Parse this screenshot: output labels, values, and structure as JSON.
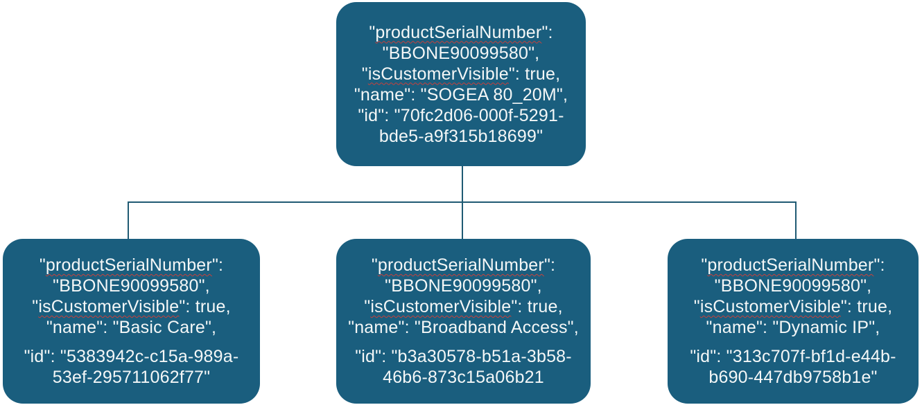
{
  "diagram": {
    "type": "tree",
    "colors": {
      "node_fill": "#1a5e7e",
      "connector": "#1f5a73",
      "text": "#f4f7f7",
      "spellcheck_squiggle": "#c9403b"
    },
    "nodes": [
      {
        "key": "root",
        "role": "parent",
        "lines": [
          {
            "segments": [
              {
                "text": "\""
              },
              {
                "text": "productSerialNumber",
                "spellcheck_underline": true
              },
              {
                "text": "\":"
              }
            ]
          },
          {
            "segments": [
              {
                "text": "\"BBONE90099580\","
              }
            ]
          },
          {
            "segments": [
              {
                "text": "\""
              },
              {
                "text": "isCustomerVisible",
                "spellcheck_underline": true
              },
              {
                "text": "\": true,"
              }
            ]
          },
          {
            "segments": [
              {
                "text": "\"name\": \"SOGEA 80_20M\","
              }
            ]
          },
          {
            "segments": [
              {
                "text": "\"id\": \"70fc2d06-000f-5291-"
              }
            ]
          },
          {
            "segments": [
              {
                "text": "bde5-a9f315b18699\""
              }
            ]
          }
        ]
      },
      {
        "key": "child_left",
        "role": "child",
        "lines": [
          {
            "segments": [
              {
                "text": "\""
              },
              {
                "text": "productSerialNumber",
                "spellcheck_underline": true
              },
              {
                "text": "\":"
              }
            ]
          },
          {
            "segments": [
              {
                "text": "\"BBONE90099580\","
              }
            ]
          },
          {
            "segments": [
              {
                "text": "\""
              },
              {
                "text": "isCustomerVisible",
                "spellcheck_underline": true
              },
              {
                "text": "\": true,"
              }
            ]
          },
          {
            "segments": [
              {
                "text": "\"name\": \"Basic Care\","
              }
            ]
          },
          {
            "gap_before": true,
            "segments": [
              {
                "text": "\"id\": \"5383942c-c15a-989a-"
              }
            ]
          },
          {
            "segments": [
              {
                "text": "53ef-295711062f77\""
              }
            ]
          }
        ]
      },
      {
        "key": "child_middle",
        "role": "child",
        "lines": [
          {
            "segments": [
              {
                "text": "\""
              },
              {
                "text": "productSerialNumber",
                "spellcheck_underline": true
              },
              {
                "text": "\":"
              }
            ]
          },
          {
            "segments": [
              {
                "text": "\"BBONE90099580\","
              }
            ]
          },
          {
            "segments": [
              {
                "text": "\""
              },
              {
                "text": "isCustomerVisible",
                "spellcheck_underline": true
              },
              {
                "text": "\": true,"
              }
            ]
          },
          {
            "segments": [
              {
                "text": "\"name\": \"Broadband Access\","
              }
            ]
          },
          {
            "gap_before": true,
            "segments": [
              {
                "text": "\"id\": \"b3a30578-b51a-3b58-"
              }
            ]
          },
          {
            "segments": [
              {
                "text": "46b6-873c15a06b21"
              }
            ]
          }
        ]
      },
      {
        "key": "child_right",
        "role": "child",
        "lines": [
          {
            "segments": [
              {
                "text": "\""
              },
              {
                "text": "productSerialNumber",
                "spellcheck_underline": true
              },
              {
                "text": "\":"
              }
            ]
          },
          {
            "segments": [
              {
                "text": "\"BBONE90099580\","
              }
            ]
          },
          {
            "segments": [
              {
                "text": "\""
              },
              {
                "text": "isCustomerVisible",
                "spellcheck_underline": true
              },
              {
                "text": "\": true,"
              }
            ]
          },
          {
            "segments": [
              {
                "text": "\"name\": \"Dynamic IP\","
              }
            ]
          },
          {
            "gap_before": true,
            "segments": [
              {
                "text": "\"id\": \"313c707f-bf1d-e44b-"
              }
            ]
          },
          {
            "segments": [
              {
                "text": "b690-447db9758b1e\""
              }
            ]
          }
        ]
      }
    ]
  }
}
